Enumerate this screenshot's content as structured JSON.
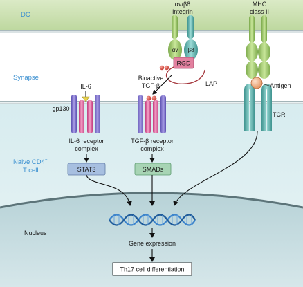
{
  "regions": {
    "dc": "DC",
    "synapse": "Synapse",
    "naive_line1": "Naive CD4",
    "naive_sup": "+",
    "naive_line2": "T cell",
    "nucleus": "Nucleus"
  },
  "integrin": {
    "title_line1": "αv/β8",
    "title_line2": "integrin",
    "alpha": "αv",
    "beta": "β8",
    "rgd": "RGD",
    "lap": "LAP"
  },
  "mhc": {
    "line1": "MHC",
    "line2": "class II",
    "antigen": "Antigen",
    "tcr": "TCR"
  },
  "il6": {
    "ligand": "IL-6",
    "gp130": "gp130",
    "complex_line1": "IL-6 receptor",
    "complex_line2": "complex",
    "box": "STAT3"
  },
  "tgfb": {
    "bioactive_line1": "Bioactive",
    "bioactive_line2": "TGF-β",
    "complex_line1": "TGF-β receptor",
    "complex_line2": "complex",
    "box": "SMADs"
  },
  "nucleus_labels": {
    "gene_expression": "Gene expression",
    "outcome": "Th17 cell differentiation"
  },
  "colors": {
    "dc_fill": "#cfe3b3",
    "tcell_fill": "#e2f0f3",
    "nucleus_fill": "#c6dde1",
    "label_blue": "#3a8fd0",
    "receptor_purple": "#8a7fd0",
    "receptor_pink": "#e86aa6",
    "integrin_green": "#9ec968",
    "integrin_teal": "#62b7b3",
    "rgd_pink": "#e2809f",
    "stat3_box": "#a7bfe0",
    "smads_box": "#a7d4b4",
    "dna_blue": "#3d84cc"
  }
}
